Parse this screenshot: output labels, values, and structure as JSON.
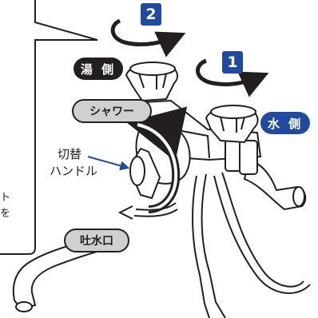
{
  "labels": {
    "hot_side": "湯 側",
    "cold_side": "水 側",
    "shower": "シャワー",
    "spout": "吐水口",
    "switch_line1": "切替",
    "switch_line2": "ハンドル"
  },
  "steps": {
    "one": "1",
    "two": "2"
  },
  "callout_fragments": {
    "line1": "ト",
    "line2": "を"
  },
  "colors": {
    "accent_blue": "#1f4aa0",
    "outline": "#231f20",
    "shower_fill": "#cfd0d1"
  }
}
